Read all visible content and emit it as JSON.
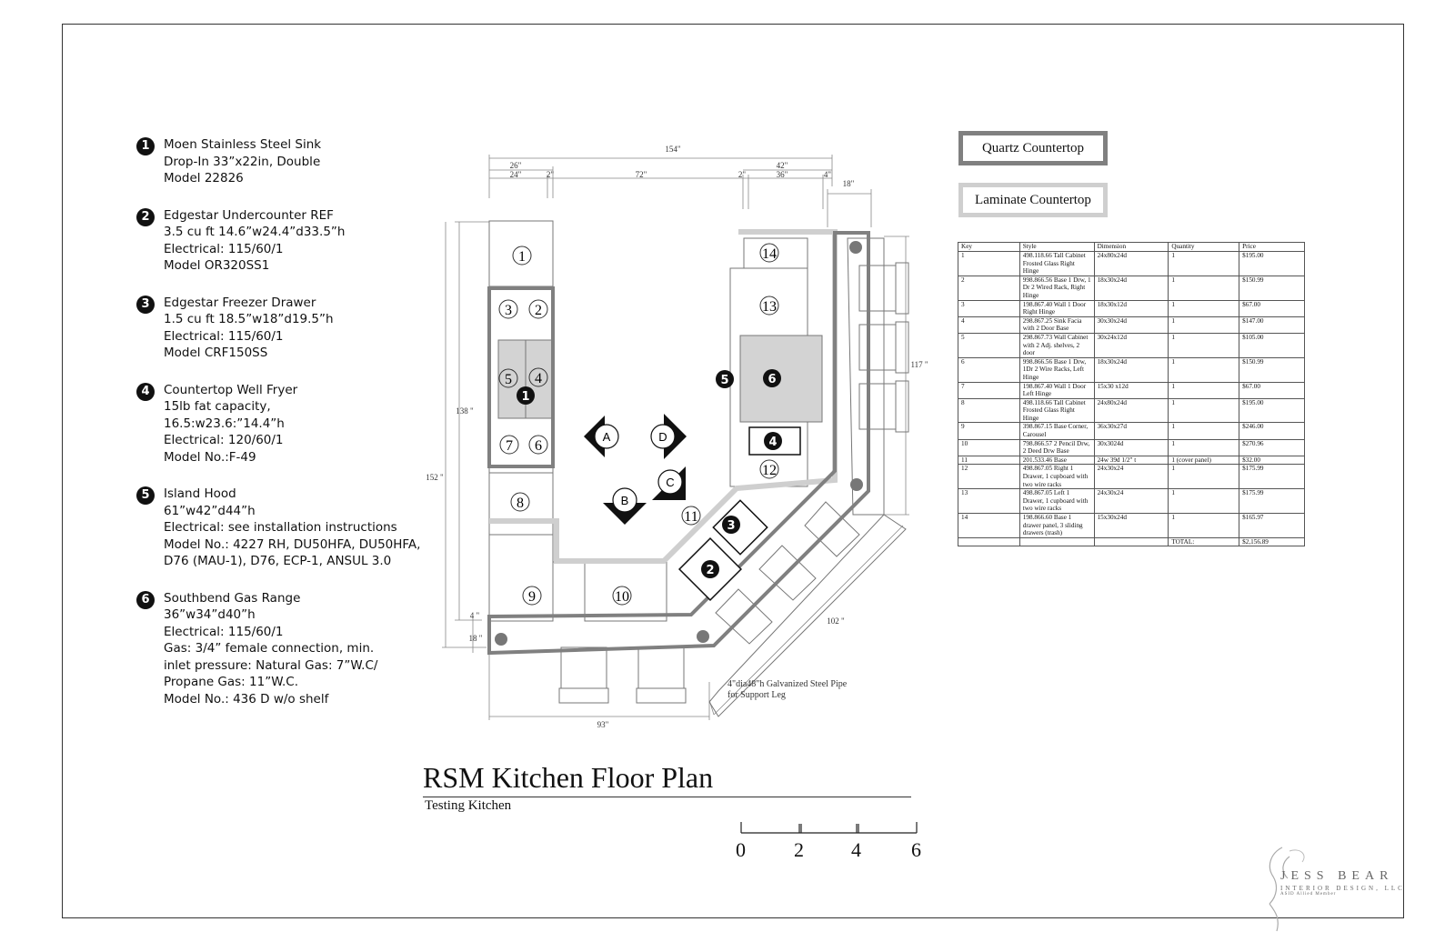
{
  "legend": [
    {
      "num": "1",
      "lines": [
        "Moen Stainless Steel Sink",
        "Drop-In 33”x22in, Double",
        "Model 22826"
      ]
    },
    {
      "num": "2",
      "lines": [
        "Edgestar Undercounter REF",
        "3.5 cu ft 14.6”w24.4”d33.5”h",
        "Electrical: 115/60/1",
        "Model OR320SS1"
      ]
    },
    {
      "num": "3",
      "lines": [
        "Edgestar Freezer Drawer",
        "1.5 cu ft 18.5”w18”d19.5”h",
        "Electrical: 115/60/1",
        "Model CRF150SS"
      ]
    },
    {
      "num": "4",
      "lines": [
        "Countertop Well Fryer",
        "15lb fat capacity,",
        "16.5:w23.6:”14.4”h",
        "Electrical: 120/60/1",
        "Model No.:F-49"
      ]
    },
    {
      "num": "5",
      "lines": [
        "Island Hood",
        "61”w42”d44”h",
        "Electrical: see installation instructions",
        "Model No.: 4227 RH, DU50HFA, DU50HFA,",
        "D76 (MAU-1), D76, ECP-1, ANSUL 3.0"
      ]
    },
    {
      "num": "6",
      "lines": [
        "Southbend Gas Range",
        "36”w34”d40”h",
        "Electrical: 115/60/1",
        "Gas: 3/4” female connection, min.",
        "inlet pressure: Natural Gas: 7”W.C/",
        "Propane Gas: 11”W.C.",
        "Model No.: 436 D w/o shelf"
      ]
    }
  ],
  "swatches": {
    "quartz": "Quartz Countertop",
    "laminate": "Laminate Countertop"
  },
  "dimensions": {
    "top_total": "154\"",
    "d26": "26\"",
    "d24": "24\"",
    "d2a": "2\"",
    "d72": "72\"",
    "d2b": "2\"",
    "d36": "36\"",
    "d42": "42\"",
    "d4a": "4\"",
    "d18a": "18\"",
    "d138": "138 \"",
    "d152": "152 \"",
    "d117": "117 \"",
    "d102": "102 \"",
    "d4b": "4 \"",
    "d18b": "18 \"",
    "d93": "93\""
  },
  "cabinet_numbers": [
    "1",
    "2",
    "3",
    "4",
    "5",
    "6",
    "7",
    "8",
    "9",
    "10",
    "11",
    "12",
    "13",
    "14"
  ],
  "appliance_markers": [
    "1",
    "2",
    "3",
    "4",
    "5",
    "6"
  ],
  "view_markers": [
    "A",
    "B",
    "C",
    "D"
  ],
  "pipe_note": [
    "4\"dia48\"h Galvanized Steel Pipe",
    "for Support Leg"
  ],
  "table": {
    "headers": [
      "Key",
      "Style",
      "Dimension",
      "Quantity",
      "Price"
    ],
    "rows": [
      [
        "1",
        "498.118.66 Tall Cabinet Frosted Glass Right Hinge",
        "24x80x24d",
        "1",
        "$195.00"
      ],
      [
        "2",
        "998.866.56 Base 1 Drw, 1 Dr 2 Wired Rack, Right Hinge",
        "18x30x24d",
        "1",
        "$150.99"
      ],
      [
        "3",
        "198.867.40 Wall 1 Door Right Hinge",
        "18x30x12d",
        "1",
        "$67.00"
      ],
      [
        "4",
        "298.867.25 Sink Facia with 2 Door Base",
        "30x30x24d",
        "1",
        "$147.00"
      ],
      [
        "5",
        "298.867.73 Wall Cabinet with 2 Adj. shelves, 2 door",
        "30x24x12d",
        "1",
        "$105.00"
      ],
      [
        "6",
        "998.866.56 Base 1 Drw, 1Dr 2 Wire Racks, Left Hinge",
        "18x30x24d",
        "1",
        "$150.99"
      ],
      [
        "7",
        "198.867.40 Wall 1 Door Left Hinge",
        "15x30 x12d",
        "1",
        "$67.00"
      ],
      [
        "8",
        "498.118.66 Tall Cabinet Frosted Glass Right Hinge",
        "24x80x24d",
        "1",
        "$195.00"
      ],
      [
        "9",
        "398.867.15 Base Corner, Carousel",
        "36x30x27d",
        "1",
        "$246.00"
      ],
      [
        "10",
        "798.866.57 2 Pencil Drw, 2 Deed Drw Base",
        "30x3024d",
        "1",
        "$270.96"
      ],
      [
        "11",
        "201.533.46 Base",
        "24w 39d 1/2\" t",
        "1 (cover panel)",
        "$32.00"
      ],
      [
        "12",
        "498.867.05 Right 1 Drawer, 1 cupboard with two wire racks",
        "24x30x24",
        "1",
        "$175.99"
      ],
      [
        "13",
        "498.867.05 Left 1 Drawer, 1 cupboard with two wire racks",
        "24x30x24",
        "1",
        "$175.99"
      ],
      [
        "14",
        "198.866.60 Base 1 drawer panel, 3 sliding drawers (trash)",
        "15x30x24d",
        "1",
        "$165.97"
      ]
    ],
    "total_label": "TOTAL:",
    "total_value": "$2,156.89"
  },
  "title": "RSM Kitchen Floor Plan",
  "subtitle": "Testing Kitchen",
  "scale_labels": [
    "0",
    "2",
    "4",
    "6"
  ],
  "logo": {
    "line1": "JESS BEAR",
    "line2": "INTERIOR DESIGN, LLC",
    "line3": "ASID Allied Member"
  },
  "colors": {
    "quartz": "#808080",
    "laminate": "#cfcfcf",
    "island_fill": "#d3d3d3"
  }
}
